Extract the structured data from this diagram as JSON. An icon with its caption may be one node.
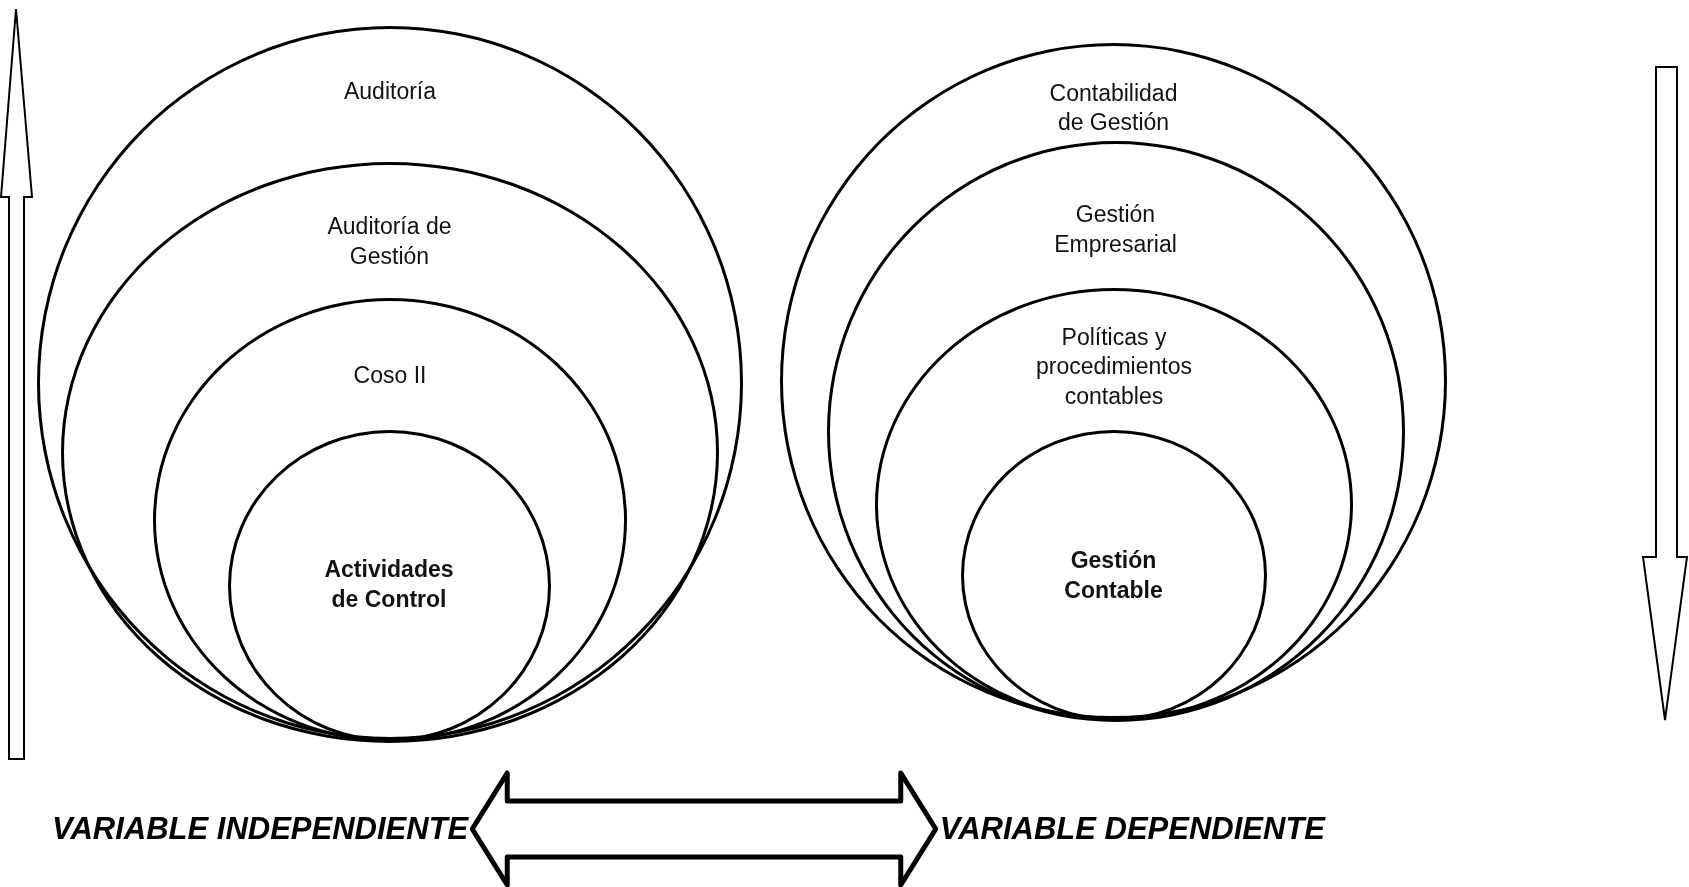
{
  "diagram": {
    "nodes": [
      {
        "text": [
          "Auditoría"
        ]
      },
      {
        "text": [
          "Auditoría de Gestión"
        ],
        "in": 0
      },
      {
        "text": [
          "Coso II"
        ],
        "in": 1
      },
      {
        "text": [
          "Actividades de Control"
        ],
        "in": 2
      },
      {
        "text": [
          "Contabilidad de Gestión"
        ]
      },
      {
        "text": [
          "Gestión Empresarial"
        ],
        "in": 4
      },
      {
        "text": [
          "Políticas y procedimientos contables"
        ],
        "in": 5
      },
      {
        "text": [
          "Gestión Contable"
        ],
        "in": 6
      },
      {
        "text": [
          "VARIABLE INDEPENDIENTE"
        ]
      },
      {
        "text": [
          "VARIABLE DEPENDIENTE"
        ]
      }
    ],
    "edges": [
      {
        "from": 8,
        "to": 9,
        "arrow": "both"
      }
    ]
  }
}
